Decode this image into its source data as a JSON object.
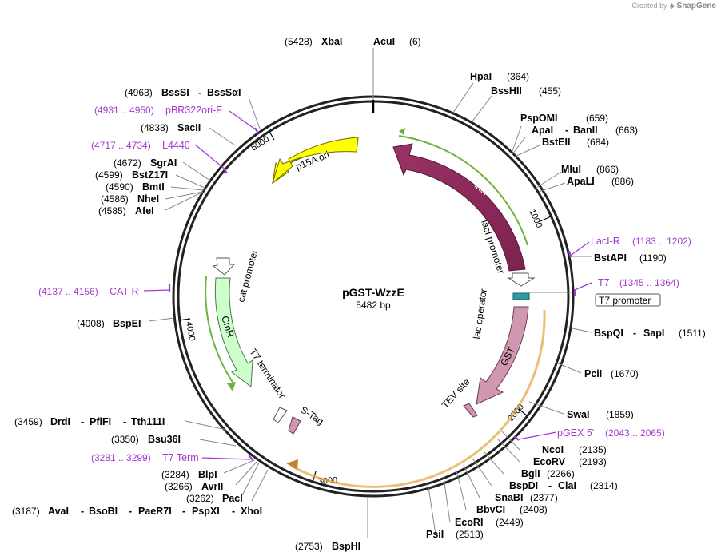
{
  "credit": {
    "prefix": "Created by",
    "brand": "SnapGene"
  },
  "plasmid": {
    "name": "pGST-WzzE",
    "length_label": "5482 bp",
    "length": 5482
  },
  "colors": {
    "primer": "#a53ad1",
    "lacI": "#8e2a5a",
    "p15A": "#ffff00",
    "CmR": "#ccffcc",
    "GST": "#cf97b0",
    "TEV": "#cf97b0",
    "STag": "#cf97b0",
    "lacOp": "#2e9aa3",
    "gst_track": "#f0c060",
    "green_track": "#6ab33c"
  },
  "tick_labels": [
    "1000",
    "2000",
    "3000",
    "4000",
    "5000"
  ],
  "sites": [
    {
      "name": "XbaI",
      "pos": "(5428)"
    },
    {
      "name": "AcuI",
      "pos": "(6)"
    },
    {
      "name": "HpaI",
      "pos": "(364)"
    },
    {
      "name": "BssHII",
      "pos": "(455)"
    },
    {
      "name": "PspOMI",
      "pos": "(659)"
    },
    {
      "name": "ApaI",
      "sep": "-",
      "name2": "BanII",
      "pos": "(663)"
    },
    {
      "name": "BstEII",
      "pos": "(684)"
    },
    {
      "name": "MluI",
      "pos": "(866)"
    },
    {
      "name": "ApaLI",
      "pos": "(886)"
    },
    {
      "name": "BstAPI",
      "pos": "(1190)"
    },
    {
      "name": "BspQI",
      "sep": "-",
      "name2": "SapI",
      "pos": "(1511)"
    },
    {
      "name": "PciI",
      "pos": "(1670)"
    },
    {
      "name": "SwaI",
      "pos": "(1859)"
    },
    {
      "name": "NcoI",
      "pos": "(2135)"
    },
    {
      "name": "EcoRV",
      "pos": "(2193)"
    },
    {
      "name": "BglI",
      "pos": "(2266)"
    },
    {
      "name": "BspDI",
      "sep": "-",
      "name2": "ClaI",
      "pos": "(2314)"
    },
    {
      "name": "SnaBI",
      "pos": "(2377)"
    },
    {
      "name": "BbvCI",
      "pos": "(2408)"
    },
    {
      "name": "EcoRI",
      "pos": "(2449)"
    },
    {
      "name": "PsiI",
      "pos": "(2513)"
    },
    {
      "name": "BspHI",
      "pos": "(2753)"
    },
    {
      "name": "AvaI",
      "sep": "-",
      "name2": "BsoBI",
      "sep2": "-",
      "name3": "PaeR7I",
      "sep3": "-",
      "name4": "PspXI",
      "sep4": "-",
      "name5": "XhoI",
      "pos": "(3187)"
    },
    {
      "name": "PacI",
      "pos": "(3262)"
    },
    {
      "name": "AvrII",
      "pos": "(3266)"
    },
    {
      "name": "BlpI",
      "pos": "(3284)"
    },
    {
      "name": "Bsu36I",
      "pos": "(3350)"
    },
    {
      "name": "DrdI",
      "sep": "-",
      "name2": "PflFI",
      "sep2": "-",
      "name3": "Tth111I",
      "pos": "(3459)"
    },
    {
      "name": "BspEI",
      "pos": "(4008)"
    },
    {
      "name": "AfeI",
      "pos": "(4585)"
    },
    {
      "name": "NheI",
      "pos": "(4586)"
    },
    {
      "name": "BmtI",
      "pos": "(4590)"
    },
    {
      "name": "BstZ17I",
      "pos": "(4599)"
    },
    {
      "name": "SgrAI",
      "pos": "(4672)"
    },
    {
      "name": "SacII",
      "pos": "(4838)"
    },
    {
      "name": "BssSI",
      "sep": "-",
      "name2": "BssSαI",
      "pos": "(4963)"
    }
  ],
  "primers": [
    {
      "name": "LacI-R",
      "pos": "(1183 .. 1202)"
    },
    {
      "name": "T7",
      "pos": "(1345 .. 1364)"
    },
    {
      "name": "pGEX 5'",
      "pos": "(2043 .. 2065)"
    },
    {
      "name": "T7 Term",
      "pos": "(3281 .. 3299)"
    },
    {
      "name": "CAT-R",
      "pos": "(4137 .. 4156)"
    },
    {
      "name": "L4440",
      "pos": "(4717 .. 4734)"
    },
    {
      "name": "pBR322ori-F",
      "pos": "(4931 .. 4950)"
    }
  ],
  "features": {
    "lacI": "lacI",
    "lacI_promoter": "lacI promoter",
    "lac_operator": "lac operator",
    "T7_promoter": "T7 promoter",
    "GST": "GST",
    "TEV_site": "TEV site",
    "S_Tag": "S-Tag",
    "T7_terminator": "T7 terminator",
    "CmR": "CmR",
    "cat_promoter": "cat promoter",
    "p15A_ori": "p15A ori"
  }
}
